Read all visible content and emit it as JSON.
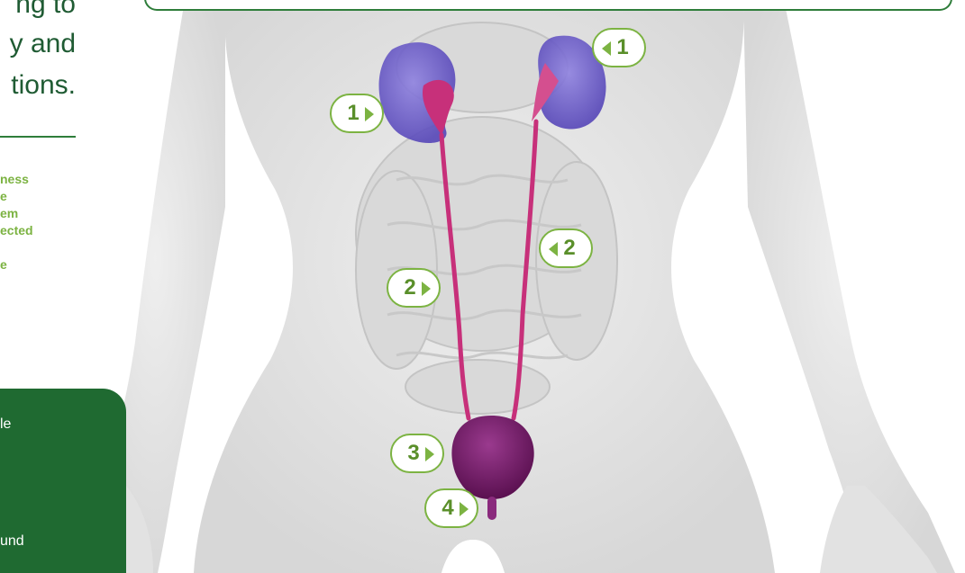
{
  "intro": [
    "ng to",
    "y and",
    "tions."
  ],
  "side_note": [
    "ness",
    "e",
    "em",
    "ected",
    "",
    "e"
  ],
  "box_text": [
    "le",
    "und"
  ],
  "markers": [
    {
      "id": "kidney-left",
      "label": "1"
    },
    {
      "id": "kidney-right",
      "label": "1"
    },
    {
      "id": "ureter-right",
      "label": "2"
    },
    {
      "id": "ureter-left",
      "label": "2"
    },
    {
      "id": "bladder",
      "label": "3"
    },
    {
      "id": "urethra",
      "label": "4"
    }
  ],
  "colors": {
    "brand_green": "#1f6a31",
    "accent_green": "#7cb342",
    "kidney": "#6a5ac8",
    "ureter": "#c7307a",
    "bladder": "#6d1a63",
    "body": "#e7e7e7"
  }
}
